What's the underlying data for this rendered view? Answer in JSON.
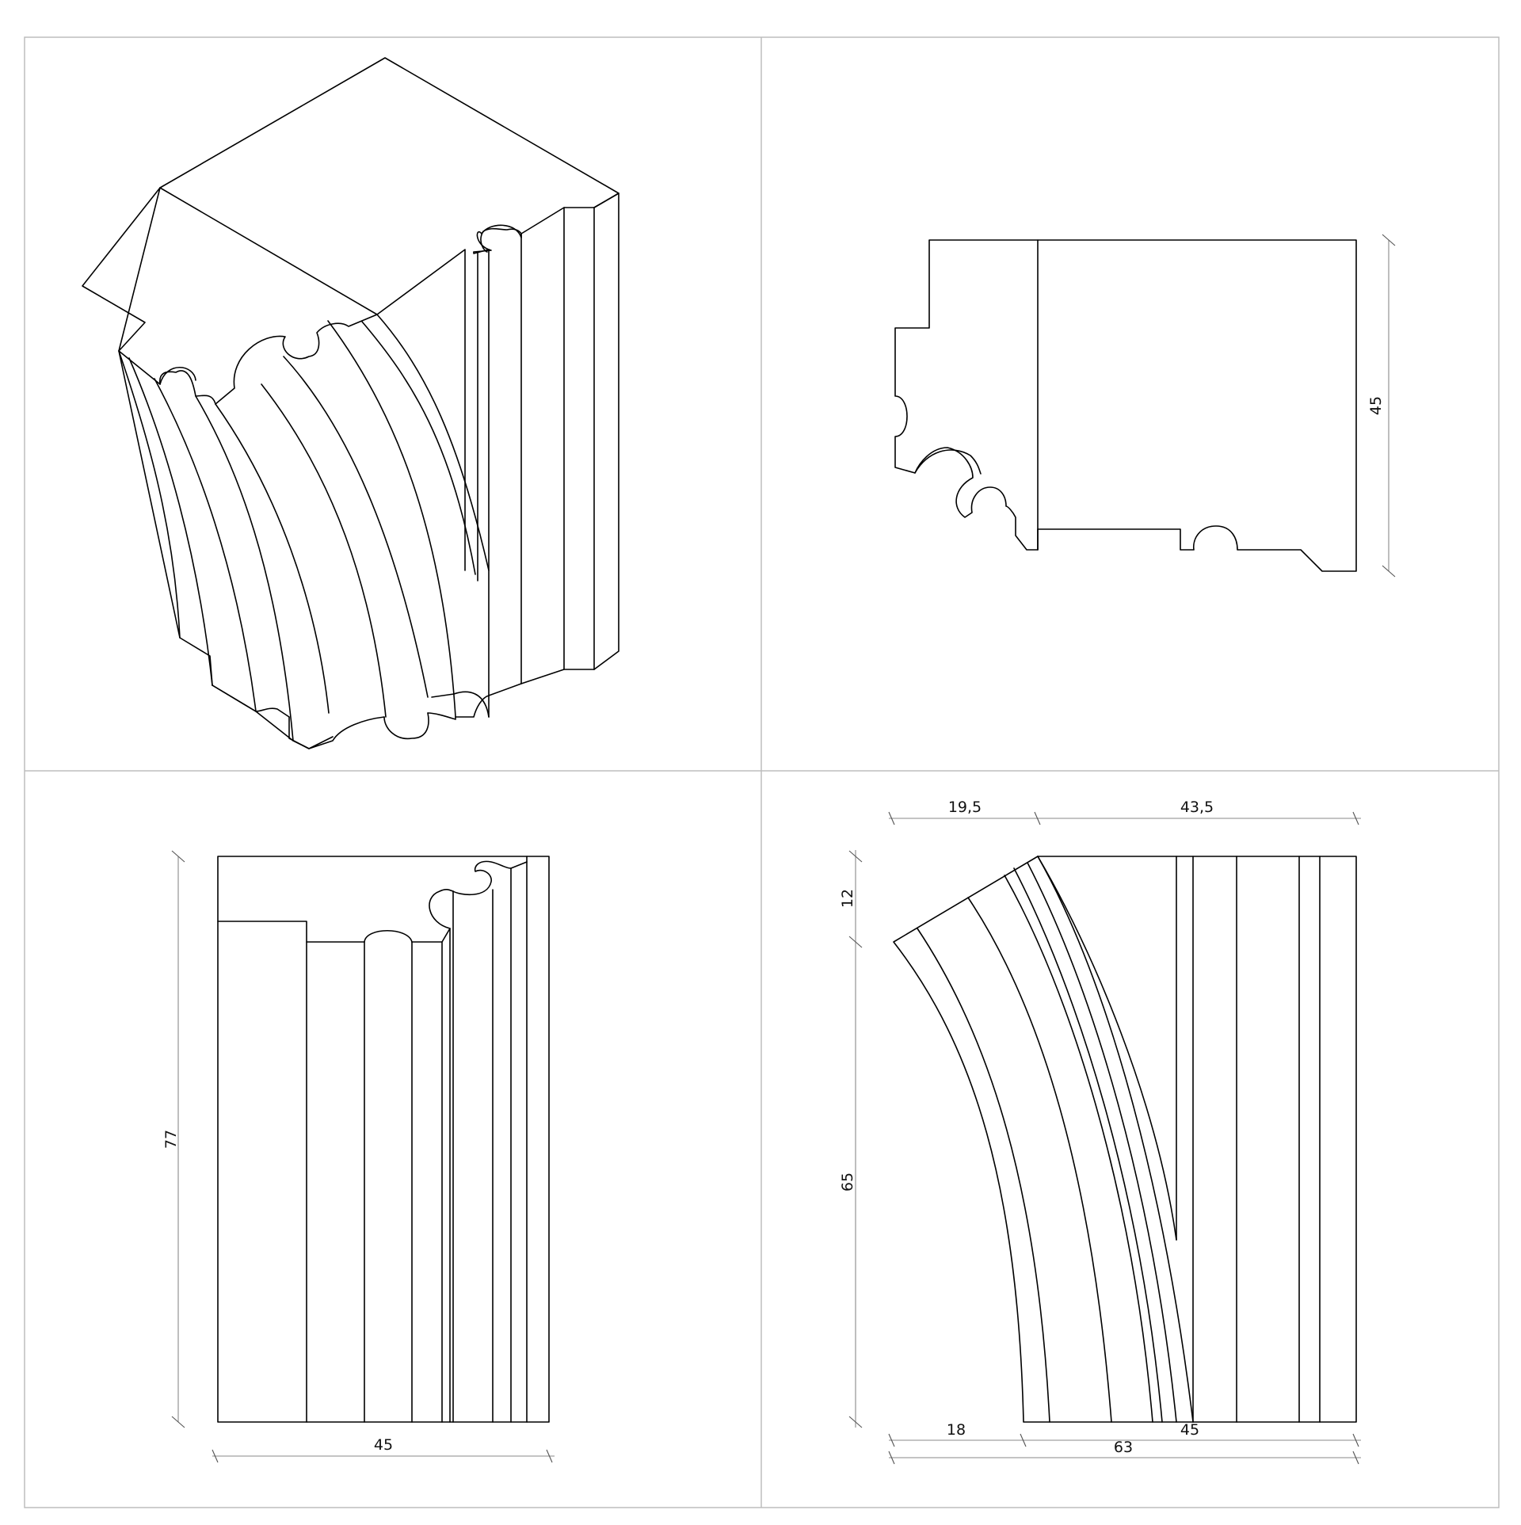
{
  "drawing": {
    "views": [
      "isometric",
      "profile",
      "front",
      "side"
    ],
    "profile_dimensions": {
      "height": "45"
    },
    "front_dimensions": {
      "height": "77",
      "width": "45"
    },
    "side_dimensions": {
      "top_left": "19,5",
      "top_right": "43,5",
      "upper_height": "12",
      "lower_height": "65",
      "bottom_left": "18",
      "bottom_right": "45",
      "overall": "63"
    },
    "colors": {
      "line": "#000000",
      "frame": "#bdbdbd",
      "dimension": "#8a8a8a"
    }
  }
}
